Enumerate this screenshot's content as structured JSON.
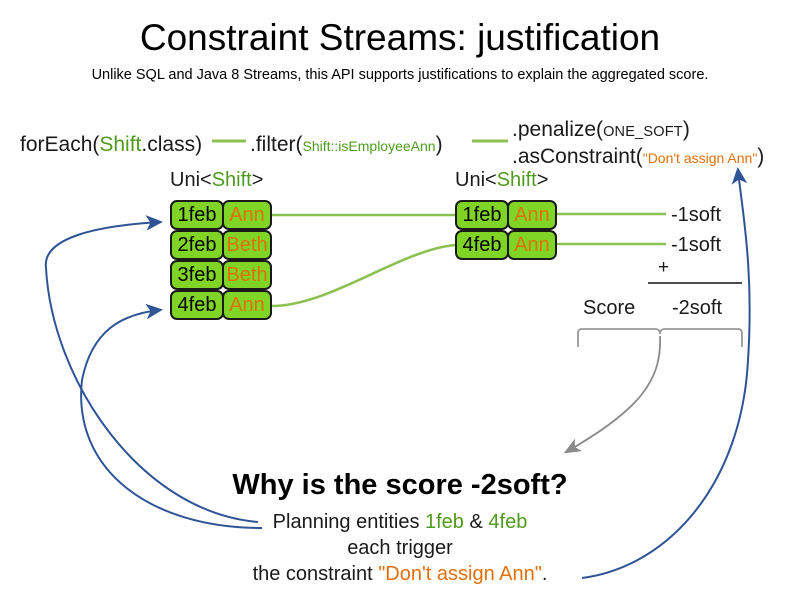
{
  "slide": {
    "title": "Constraint Streams: justification",
    "subtitle": "Unlike SQL and Java 8 Streams, this API supports justifications to explain the aggregated score."
  },
  "colors": {
    "type_green": "#4f9b1e",
    "string_orange": "#e2700c",
    "chip_green": "#7fd426",
    "chip_border": "#1a1a1a",
    "connector_green": "#8cc152",
    "arrow_blue": "#2f5496",
    "brace_gray": "#9a9a9a"
  },
  "code": {
    "foreach": {
      "call": "forEach(",
      "type": "Shift",
      "tail": ".class)"
    },
    "filter": {
      "call": ".filter(",
      "arg": "Shift::isEmployeeAnn",
      "tail": ")"
    },
    "penalize": {
      "call": ".penalize(",
      "arg": "ONE_SOFT",
      "tail": ")"
    },
    "asconstraint": {
      "call": ".asConstraint(",
      "arg": "\"Don't assign Ann\"",
      "tail": ")"
    }
  },
  "streams": {
    "left": {
      "caption_prefix": "Uni<",
      "caption_type": "Shift",
      "caption_suffix": ">",
      "rows": [
        {
          "date": "1feb",
          "employee": "Ann"
        },
        {
          "date": "2feb",
          "employee": "Beth"
        },
        {
          "date": "3feb",
          "employee": "Beth"
        },
        {
          "date": "4feb",
          "employee": "Ann"
        }
      ]
    },
    "right": {
      "caption_prefix": "Uni<",
      "caption_type": "Shift",
      "caption_suffix": ">",
      "rows": [
        {
          "date": "1feb",
          "employee": "Ann",
          "penalty": "-1soft"
        },
        {
          "date": "4feb",
          "employee": "Ann",
          "penalty": "-1soft"
        }
      ]
    }
  },
  "score": {
    "plus": "+",
    "label": "Score",
    "total": "-2soft"
  },
  "explanation": {
    "heading": "Why is the score -2soft?",
    "line1_prefix": "Planning entities ",
    "line1_entity_a": "1feb",
    "line1_amp": " & ",
    "line1_entity_b": "4feb",
    "line2": "each trigger",
    "line3_prefix": "the constraint ",
    "line3_constraint": "\"Don't assign Ann\"",
    "line3_suffix": "."
  }
}
